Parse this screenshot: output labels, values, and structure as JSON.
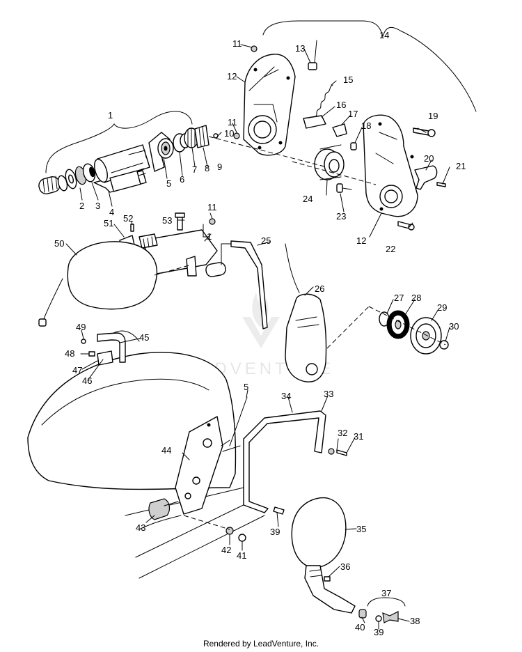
{
  "watermark": "LEADVENTURE",
  "footer": "Rendered by LeadVenture, Inc.",
  "callouts": {
    "c1a": "1",
    "c1b": "1",
    "c2": "2",
    "c3": "3",
    "c4": "4",
    "c5a": "5",
    "c5b": "5",
    "c6": "6",
    "c7": "7",
    "c8": "8",
    "c9": "9",
    "c10": "10",
    "c11a": "11",
    "c11b": "11",
    "c11c": "11",
    "c12a": "12",
    "c12b": "12",
    "c13": "13",
    "c14": "14",
    "c15": "15",
    "c16": "16",
    "c17": "17",
    "c18": "18",
    "c19": "19",
    "c20": "20",
    "c21": "21",
    "c22": "22",
    "c23": "23",
    "c24": "24",
    "c25": "25",
    "c26": "26",
    "c27": "27",
    "c28": "28",
    "c29": "29",
    "c30": "30",
    "c31": "31",
    "c32": "32",
    "c33": "33",
    "c34": "34",
    "c35": "35",
    "c36": "36",
    "c37": "37",
    "c38": "38",
    "c39a": "39",
    "c39b": "39",
    "c40": "40",
    "c41": "41",
    "c42": "42",
    "c43": "43",
    "c44": "44",
    "c45": "45",
    "c46": "46",
    "c47": "47",
    "c48": "48",
    "c49": "49",
    "c50": "50",
    "c51": "51",
    "c52": "52",
    "c53": "53"
  }
}
